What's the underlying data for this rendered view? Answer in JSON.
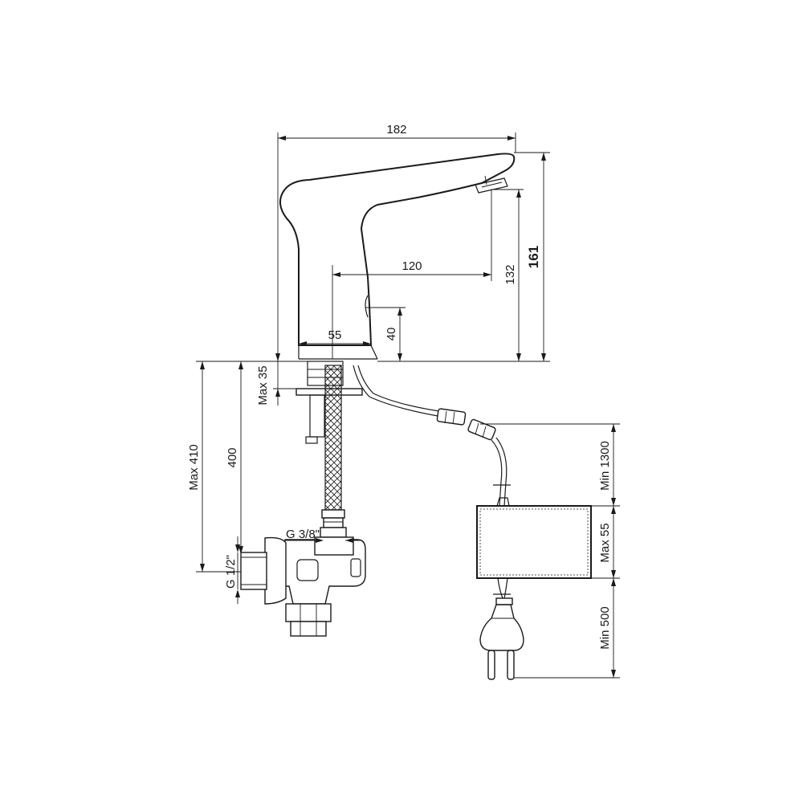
{
  "drawing": {
    "dimensions": {
      "width_total": "182",
      "height_total": "161",
      "spout_height": "132",
      "spout_reach": "120",
      "base_width": "55",
      "sensor_height": "40",
      "max_mount_thickness": "Max 35",
      "hose_length": "400",
      "max_total_below": "Max 410",
      "hose_thread": "G 3/8\"",
      "valve_thread": "G 1/2\"",
      "cable_min": "Min 1300",
      "box_max": "Max 55",
      "plug_cable_min": "Min 500"
    },
    "colors": {
      "line": "#1a1a1a",
      "background": "#ffffff"
    }
  }
}
